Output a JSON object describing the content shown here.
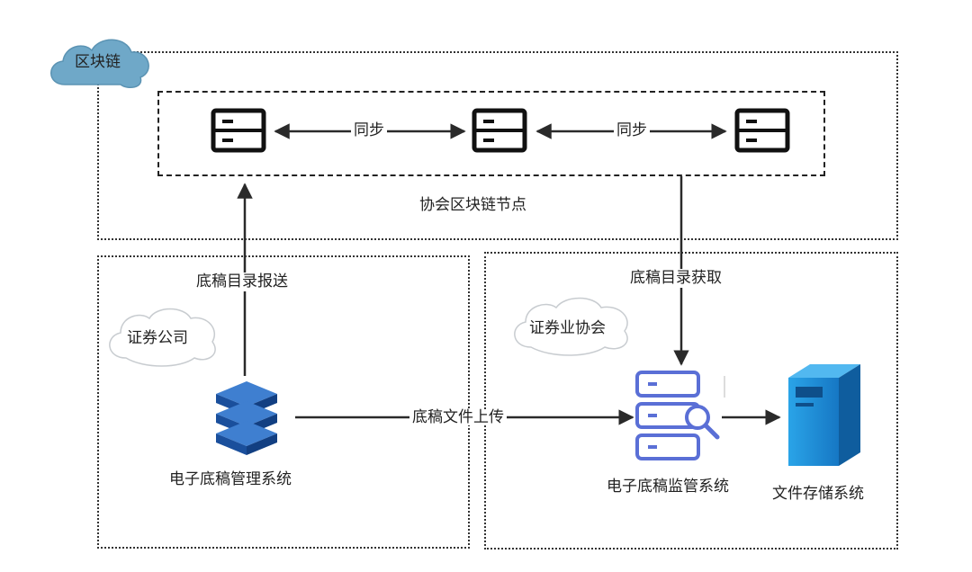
{
  "blockchain_cloud": {
    "label": "区块链",
    "color": "#6fa8c8"
  },
  "consortium_nodes": {
    "label": "协会区块链节点",
    "sync_labels": [
      "同步",
      "同步"
    ]
  },
  "securities_company": {
    "label": "证券公司",
    "system_label": "电子底稿管理系统"
  },
  "securities_association": {
    "label": "证券业协会",
    "supervision_label": "电子底稿监管系统",
    "storage_label": "文件存储系统"
  },
  "flows": {
    "report": "底稿目录报送",
    "fetch": "底稿目录获取",
    "upload": "底稿文件上传"
  },
  "colors": {
    "server_blue": "#1f5fae",
    "monitor_blue": "#5a6fd6",
    "storage_blue": "#1b8fd6"
  }
}
